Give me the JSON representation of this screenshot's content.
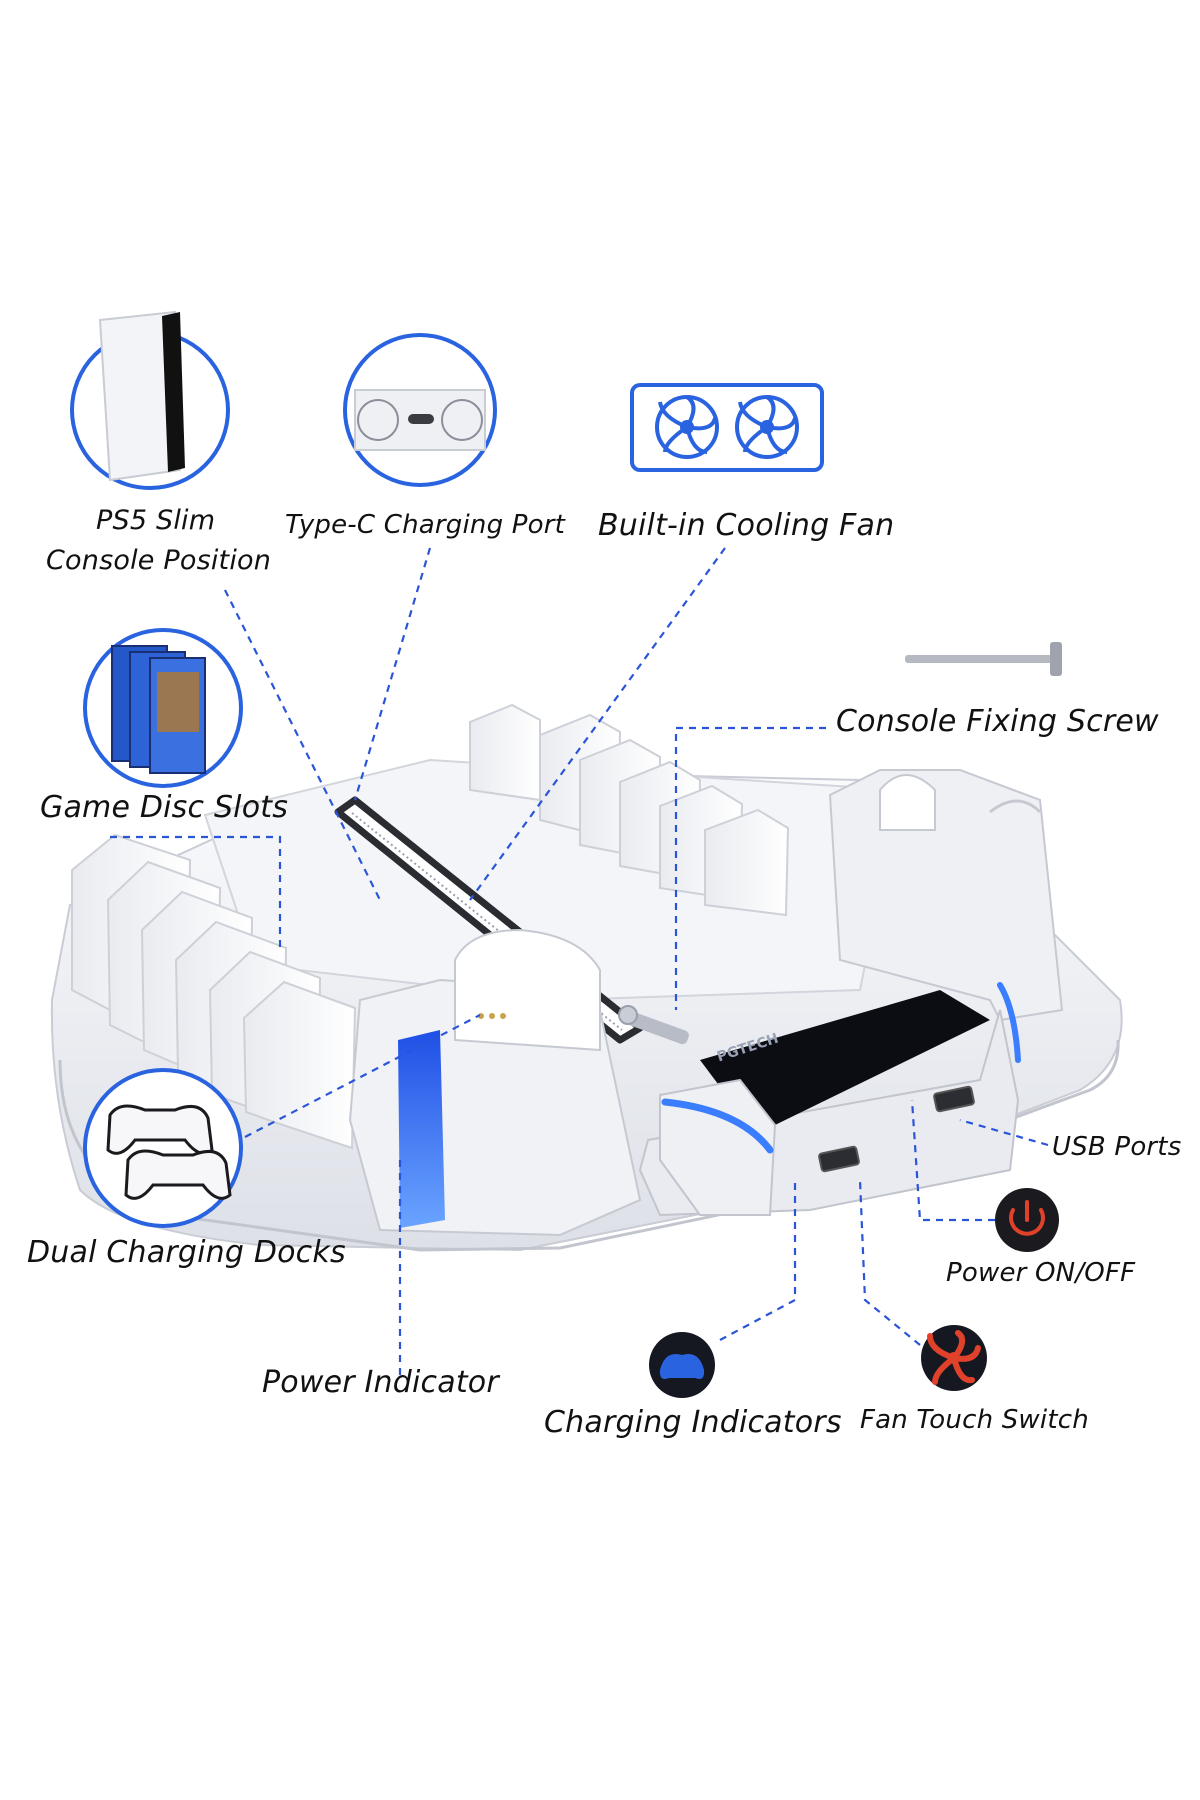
{
  "colors": {
    "accent_blue": "#2a63e0",
    "glow_blue": "#3a7dff",
    "power_red": "#e0412a",
    "product_white": "#f2f3f6",
    "panel_black": "#0c0d12"
  },
  "product": {
    "brand": "PGTECH",
    "icons": [
      "ps5-slim-console-icon",
      "type-c-port-icon",
      "dual-cooling-fan-icon",
      "game-disc-case-icon",
      "dual-controller-icon",
      "fixing-screw-icon",
      "power-button-icon",
      "controller-charging-icon",
      "fan-switch-icon"
    ]
  },
  "callouts": {
    "console_position": {
      "line1": "PS5 Slim",
      "line2": "Console Position"
    },
    "typec_port": "Type-C Charging Port",
    "cooling_fan": "Built-in Cooling Fan",
    "fixing_screw": "Console Fixing Screw",
    "disc_slots": "Game Disc Slots",
    "charging_docks": "Dual Charging Docks",
    "usb_ports": "USB Ports",
    "power_switch": "Power ON/OFF",
    "power_indicator": "Power Indicator",
    "charging_indicators": "Charging Indicators",
    "fan_switch": "Fan Touch Switch"
  }
}
